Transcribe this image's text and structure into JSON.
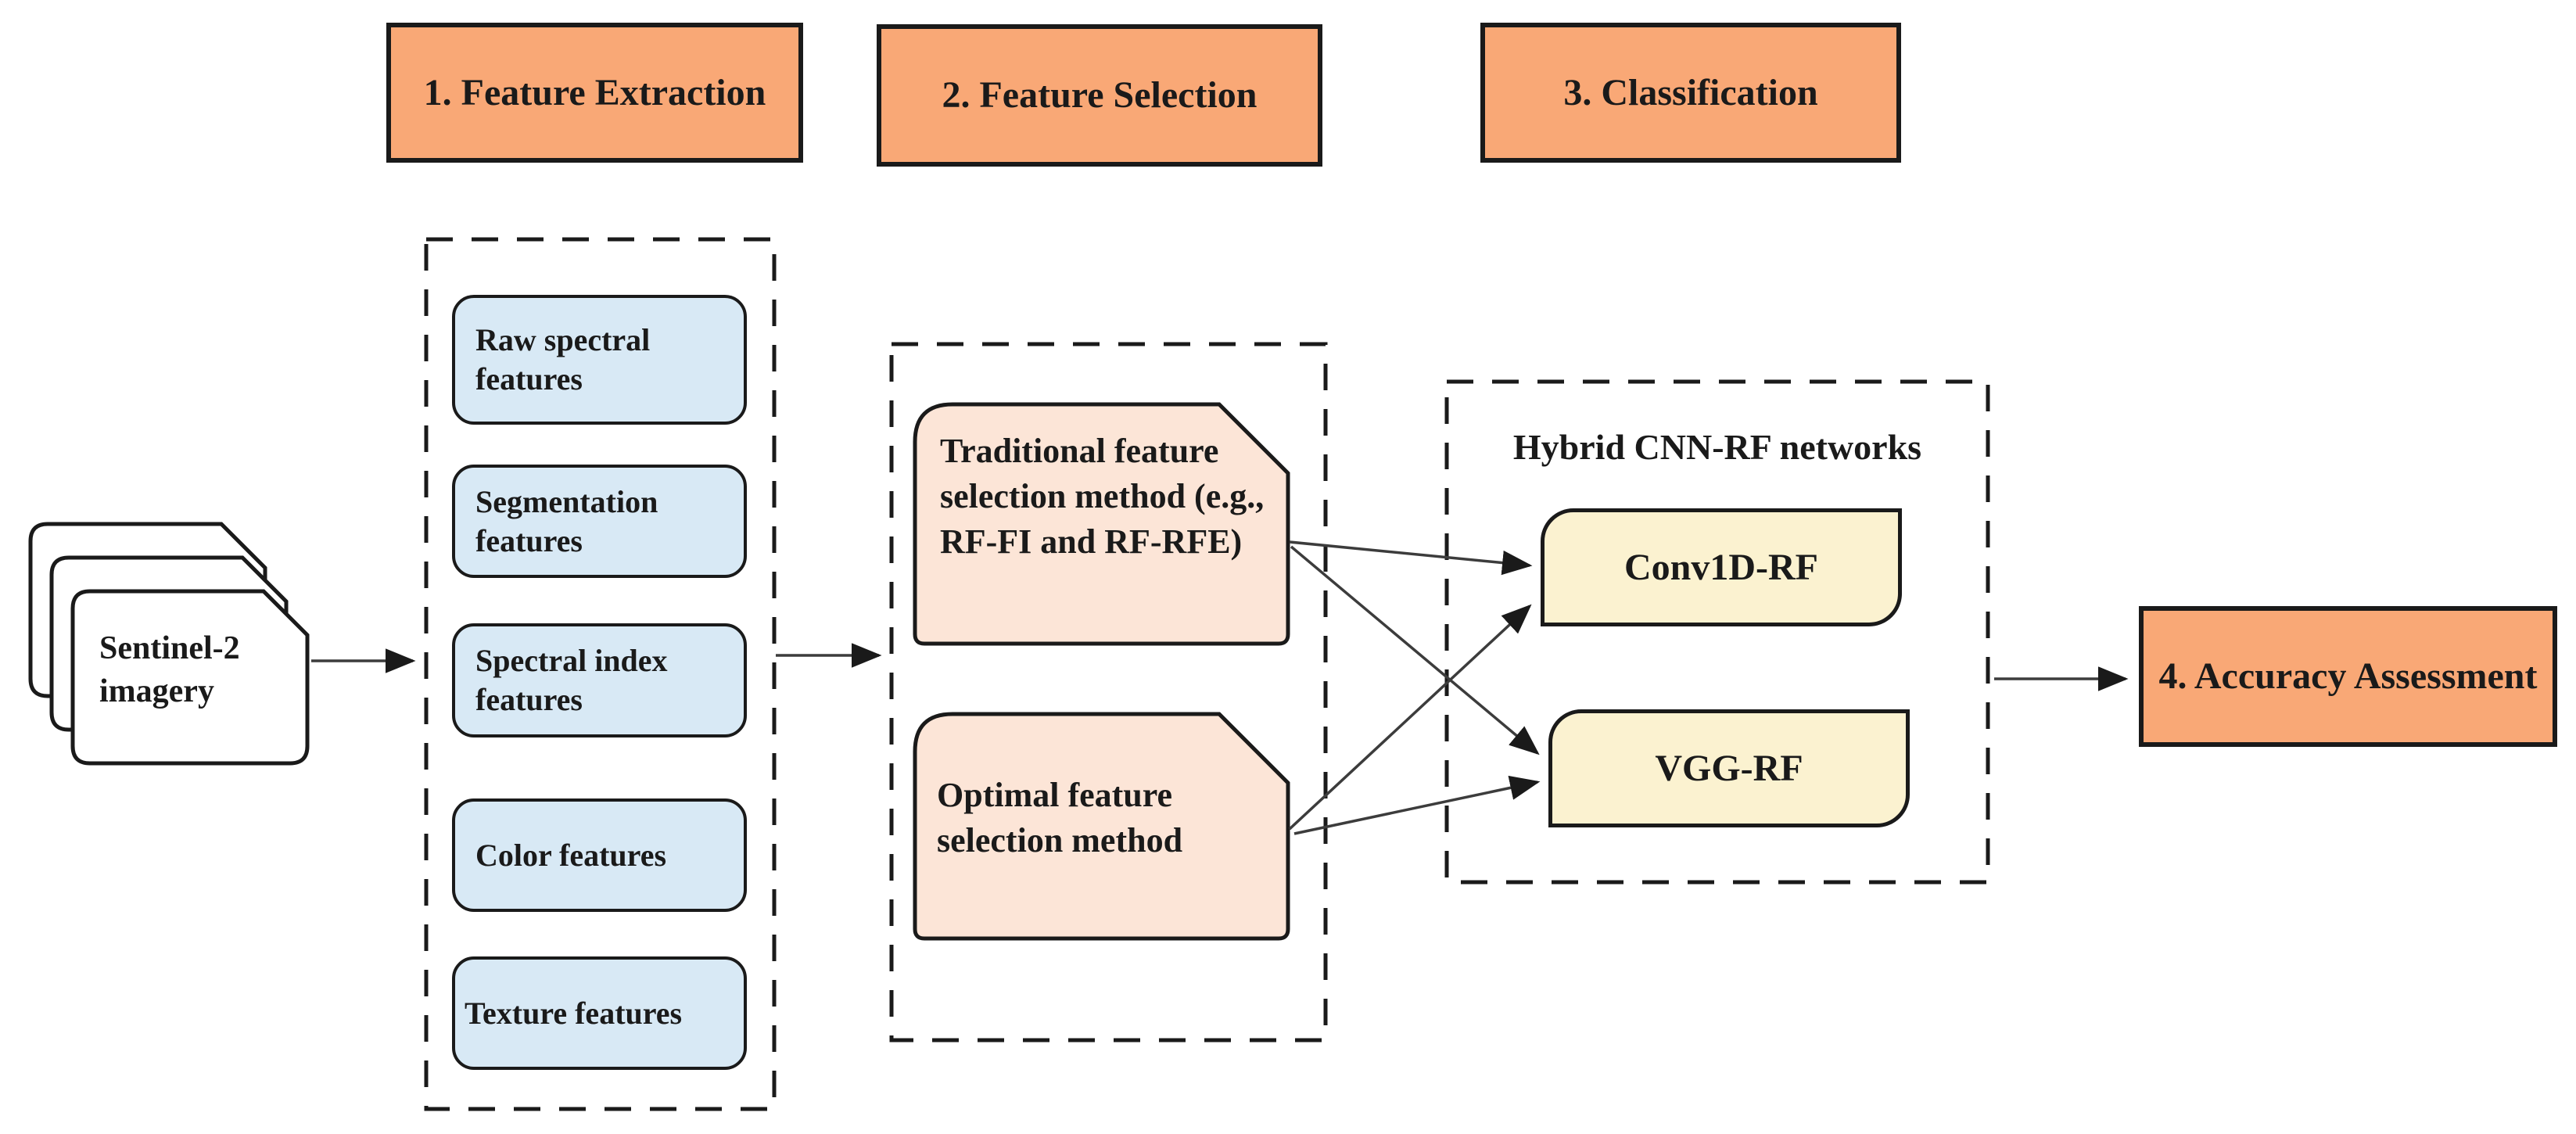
{
  "palette": {
    "stage_fill": "#F9A876",
    "feature_fill": "#D8E9F5",
    "selection_fill": "#FCE5D7",
    "network_fill": "#FBF2D0",
    "card_fill": "#FFFFFF",
    "line": "#1a1a1a"
  },
  "stages": {
    "s1": "1. Feature Extraction",
    "s2": "2. Feature Selection",
    "s3": "3. Classification",
    "s4": "4. Accuracy Assessment"
  },
  "input": {
    "label": "Sentinel-2 imagery"
  },
  "extraction": {
    "items": [
      "Raw spectral features",
      "Segmentation features",
      "Spectral index features",
      "Color features",
      "Texture features"
    ]
  },
  "selection": {
    "items": [
      "Traditional feature selection method (e.g., RF-FI and RF-RFE)",
      "Optimal feature selection method"
    ]
  },
  "classification": {
    "title": "Hybrid CNN-RF networks",
    "items": [
      "Conv1D-RF",
      "VGG-RF"
    ]
  },
  "connections": [
    "sentinel-2-imagery -> feature-extraction-group",
    "feature-extraction-group -> feature-selection-group",
    "traditional-selection -> conv1d-rf",
    "traditional-selection -> vgg-rf",
    "optimal-selection -> conv1d-rf",
    "optimal-selection -> vgg-rf",
    "classification-group -> accuracy-assessment"
  ]
}
